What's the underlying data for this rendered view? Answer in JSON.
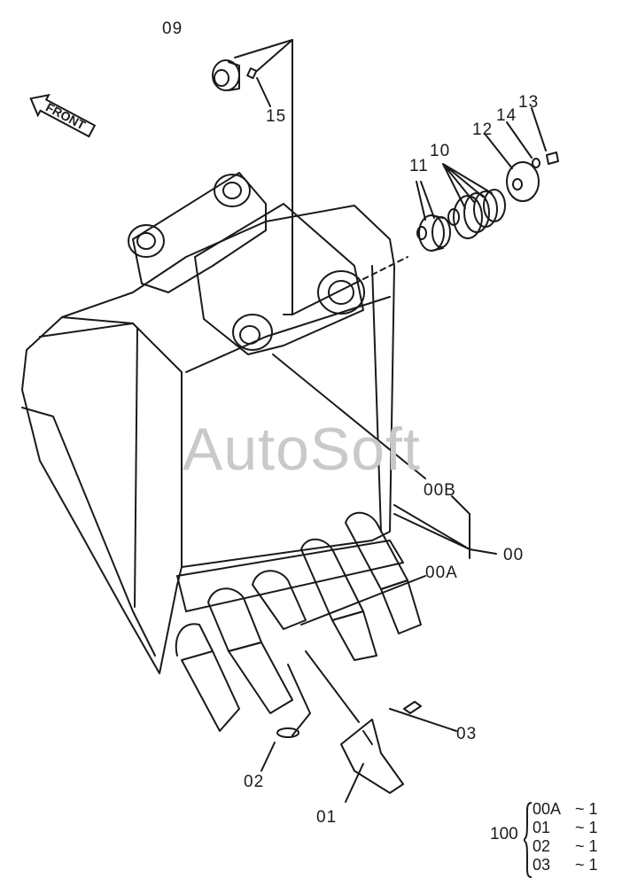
{
  "watermark": "AutoSoft",
  "front_label": "FRONT",
  "callouts": {
    "c09": "09",
    "c15": "15",
    "c13": "13",
    "c14": "14",
    "c12": "12",
    "c10": "10",
    "c11": "11",
    "c00B": "00B",
    "c00": "00",
    "c00A": "00A",
    "c03": "03",
    "c02": "02",
    "c01": "01"
  },
  "kit": {
    "base": "100",
    "rows": [
      {
        "code": "00A",
        "qty": "~ 1"
      },
      {
        "code": "01",
        "qty": "~ 1"
      },
      {
        "code": "02",
        "qty": "~ 1"
      },
      {
        "code": "03",
        "qty": "~ 1"
      }
    ]
  }
}
